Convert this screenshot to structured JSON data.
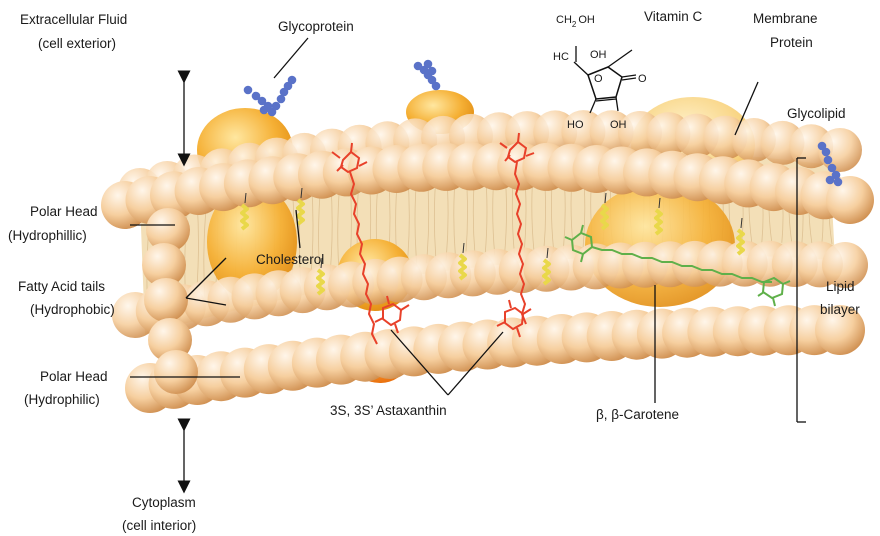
{
  "labels": {
    "extracellular_line1": "Extracellular Fluid",
    "extracellular_line2": "(cell exterior)",
    "glycoprotein": "Glycoprotein",
    "vitamin_c": "Vitamin C",
    "membrane_protein_line1": "Membrane",
    "membrane_protein_line2": "Protein",
    "glycolipid": "Glycolipid",
    "polar_head_top_line1": "Polar Head",
    "polar_head_top_line2": "(Hydrophillic)",
    "cholesterol": "Cholesterol",
    "fatty_acid_line1": "Fatty Acid tails",
    "fatty_acid_line2": "(Hydrophobic)",
    "lipid_bilayer_line1": "Lipid",
    "lipid_bilayer_line2": "bilayer",
    "polar_head_bottom_line1": "Polar Head",
    "polar_head_bottom_line2": "(Hydrophilic)",
    "astaxanthin": "3S, 3S’ Astaxanthin",
    "carotene": "β, β-Carotene",
    "cytoplasm_line1": "Cytoplasm",
    "cytoplasm_line2": "(cell interior)"
  },
  "vitamin_c_structure": {
    "ch2oh_main": "CH",
    "ch2oh_sub": "2",
    "ch2oh_rest": "OH",
    "hc": "HC",
    "oh_side": "OH",
    "ring_o": "O",
    "carbonyl_o": "O",
    "ho_left": "HO",
    "oh_right": "OH"
  },
  "colors": {
    "head_light": "#fff3e2",
    "head_mid": "#f5c894",
    "head_dark": "#c98a4c",
    "tail_region": "#f3dfb7",
    "protein_orange": "#f2a21e",
    "astaxanthin_red": "#e8412a",
    "carotene_green": "#5fb04a",
    "cholesterol_yellow": "#f6ec7c",
    "glyco_blue": "#5a72c8"
  }
}
